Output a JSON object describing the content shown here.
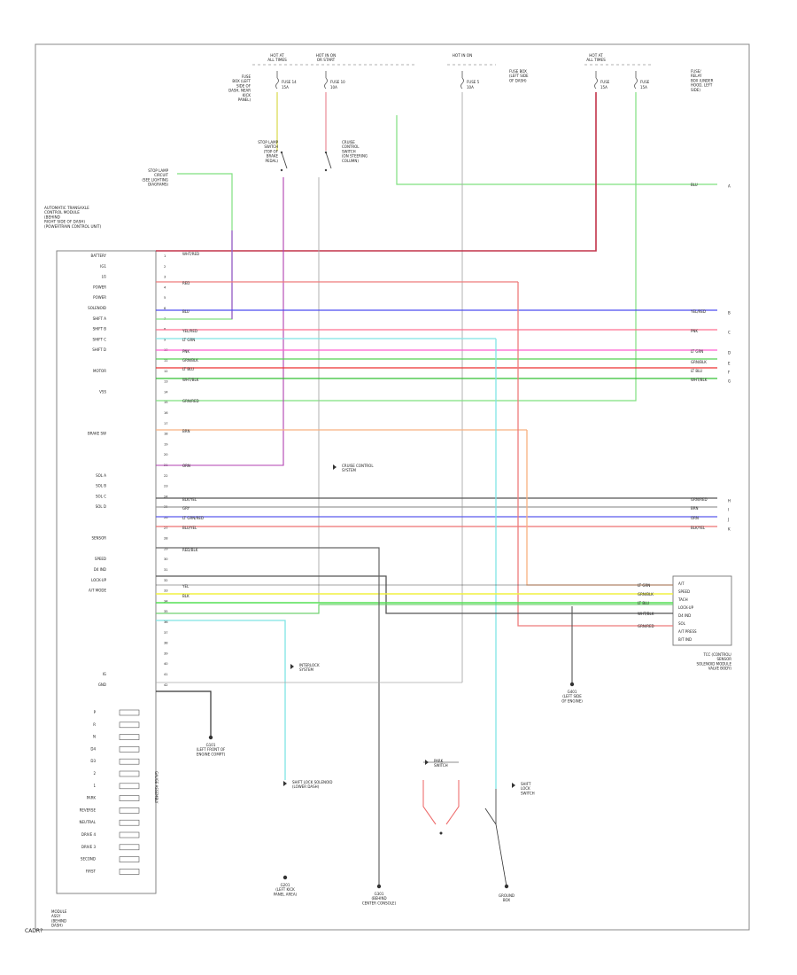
{
  "diagram": {
    "footer_code": "CADR?",
    "fuses": [
      {
        "id": "f1",
        "lines": [
          "HOT AT",
          "ALL TIMES"
        ],
        "label": "FUSE 14",
        "amp": "15A"
      },
      {
        "id": "f2",
        "lines": [
          "HOT IN ON",
          "OR START"
        ],
        "label": "FUSE 10",
        "amp": "10A"
      },
      {
        "id": "f3",
        "lines": [
          "HOT IN ON"
        ],
        "label": "FUSE 5",
        "amp": "10A"
      },
      {
        "id": "f4",
        "lines": [
          "HOT AT",
          "ALL TIMES"
        ],
        "label": "FUSE",
        "amp": "15A"
      },
      {
        "id": "f5",
        "lines": [],
        "label": "FUSE",
        "amp": "15A"
      }
    ],
    "fuse_notes": [
      {
        "id": "fn1",
        "lines": [
          "FUSE",
          "BOX (LEFT",
          "SIDE OF",
          "DASH, NEAR",
          "KICK",
          "PANEL)"
        ]
      },
      {
        "id": "fn2",
        "lines": [
          "FUSE BOX",
          "(LEFT SIDE",
          "OF DASH)"
        ]
      },
      {
        "id": "fn3",
        "lines": [
          "FUSE/",
          "RELAY",
          "BOX (UNDER",
          "HOOD, LEFT",
          "SIDE)"
        ]
      }
    ],
    "switches": [
      {
        "id": "sw1",
        "lines": [
          "STOP LAMP",
          "SWITCH",
          "(TOP OF",
          "BRAKE",
          "PEDAL)"
        ]
      },
      {
        "id": "sw2",
        "lines": [
          "CRUISE",
          "CONTROL",
          "SWITCH",
          "(ON STEERING",
          "COLUMN)"
        ]
      }
    ],
    "left_ref": {
      "lines": [
        "STOP LAMP",
        "CIRCUIT",
        "(SEE LIGHTING",
        "DIAGRAMS)"
      ]
    },
    "module_title": {
      "lines": [
        "AUTOMATIC TRANSAXLE",
        "CONTROL MODULE",
        "(BEHIND",
        "RIGHT SIDE OF DASH)",
        "(POWERTRAIN CONTROL UNIT)"
      ]
    },
    "module_pins": [
      "BATTERY",
      "IG1",
      "LG",
      "POWER",
      "POWER",
      "SOLENOID",
      "SHIFT A",
      "SHIFT B",
      "SHIFT C",
      "SHIFT D",
      "",
      "MOTOR",
      "",
      "VSS",
      "",
      "",
      "",
      "BRAKE SW",
      "",
      "",
      "",
      "SOL A",
      "SOL B",
      "SOL C",
      "SOL D",
      "",
      "",
      "SENSOR",
      "",
      "SPEED",
      "D4 IND",
      "LOCK-UP",
      "A/T MODE",
      "",
      "",
      "",
      "",
      "",
      "",
      "",
      "IG",
      "GND"
    ],
    "module_bottom": {
      "lines": [
        "MODULE",
        "ASSY",
        "(BEHIND",
        "DASH)"
      ]
    },
    "gauge_labels": [
      "P",
      "R",
      "N",
      "D4",
      "D3",
      "2",
      "1",
      "PARK",
      "REVERSE",
      "NEUTRAL",
      "DRIVE 4",
      "DRIVE 3",
      "SECOND",
      "FIRST"
    ],
    "gauge_title": "GAUGE ASSEMBLY",
    "right_box": {
      "pins": [
        "A/T",
        "SPEED",
        "TACH",
        "LOCK-UP",
        "D4 IND",
        "SOL",
        "A/T PRESS",
        "B/T IND"
      ],
      "title": [
        "TCC (CONTROL/",
        "SENSOR",
        "SOLENOID MODULE",
        "VALVE BODY)"
      ]
    },
    "wire_labels": [
      "WHT/RED",
      "RED",
      "BLU",
      "YEL/RED",
      "PNK",
      "LT GRN",
      "GRN/BLK",
      "LT BLU",
      "WHT/BLK",
      "GRN/RED",
      "BRN",
      "ORN",
      "BLK/YEL",
      "GRY",
      "LT GRN/RED",
      "BLU/YEL",
      "RED/BLK",
      "YEL",
      "BLK"
    ],
    "grounds": [
      {
        "id": "g1",
        "lines": [
          "G101",
          "(LEFT FRONT OF",
          "ENGINE COMPT)"
        ]
      },
      {
        "id": "g2",
        "lines": [
          "G401",
          "(LEFT SIDE",
          "OF ENGINE)"
        ]
      },
      {
        "id": "g3",
        "lines": [
          "G201",
          "(LEFT KICK",
          "PANEL AREA)"
        ]
      },
      {
        "id": "g4",
        "lines": [
          "G301",
          "(BEHIND",
          "CENTER CONSOLE)"
        ]
      }
    ],
    "refs": [
      {
        "id": "r1",
        "lines": [
          "CRUISE CONTROL",
          "SYSTEM"
        ]
      },
      {
        "id": "r2",
        "lines": [
          "INTERLOCK",
          "SYSTEM"
        ]
      },
      {
        "id": "r3",
        "lines": [
          "SHIFT LOCK SOLENOID",
          "(LOWER DASH)"
        ]
      },
      {
        "id": "r4",
        "lines": [
          "PARK",
          "SWITCH"
        ]
      },
      {
        "id": "r5",
        "lines": [
          "SHIFT",
          "LOCK",
          "SWITCH"
        ]
      },
      {
        "id": "r6",
        "lines": [
          "GROUND",
          "BOX"
        ]
      }
    ]
  }
}
